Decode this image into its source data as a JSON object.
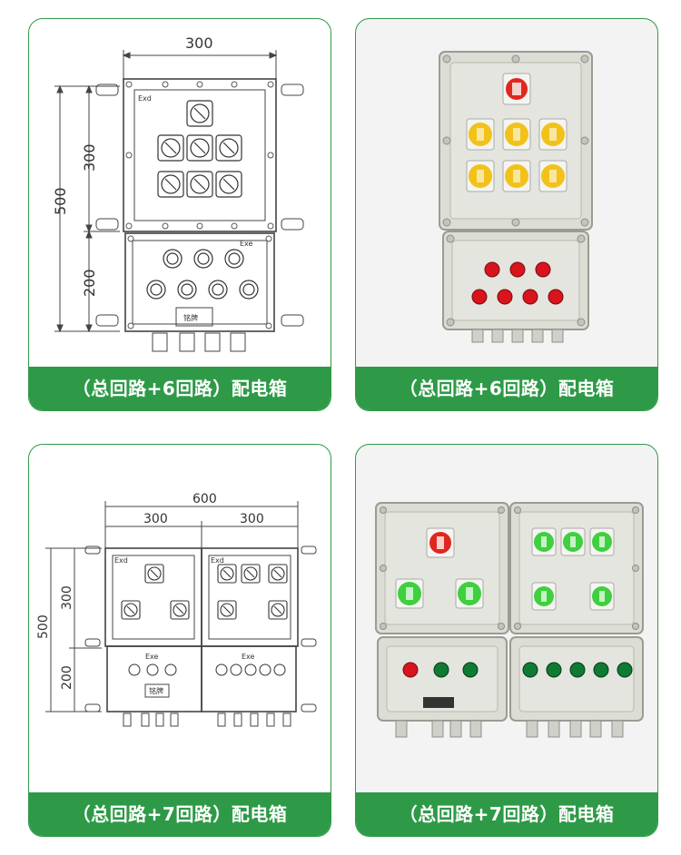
{
  "cards": [
    {
      "caption": "（总回路+6回路）配电箱",
      "width_label": "300",
      "upper_label": "300",
      "total_label": "500",
      "lower_label": "200",
      "exd_label": "Exd",
      "exe_label": "Exe",
      "nameplate_label": "铭牌"
    },
    {
      "caption": "（总回路+6回路）配电箱"
    },
    {
      "caption": "（总回路+7回路）配电箱",
      "overall_width_label": "600",
      "left_width_label": "300",
      "right_width_label": "300",
      "upper_label": "300",
      "total_label": "500",
      "lower_label": "200",
      "exd_label": "Exd",
      "exe_label": "Exe",
      "nameplate_label": "铭牌"
    },
    {
      "caption": "（总回路+7回路）配电箱"
    }
  ],
  "colors": {
    "accent_green": "#2e9a47",
    "switch_yellow": "#f2c21a",
    "switch_red": "#e0271f",
    "switch_green": "#3fcf3f",
    "indicator_red": "#d8141c",
    "indicator_green": "#0f7a33",
    "enclosure": "#d9dbd2"
  }
}
